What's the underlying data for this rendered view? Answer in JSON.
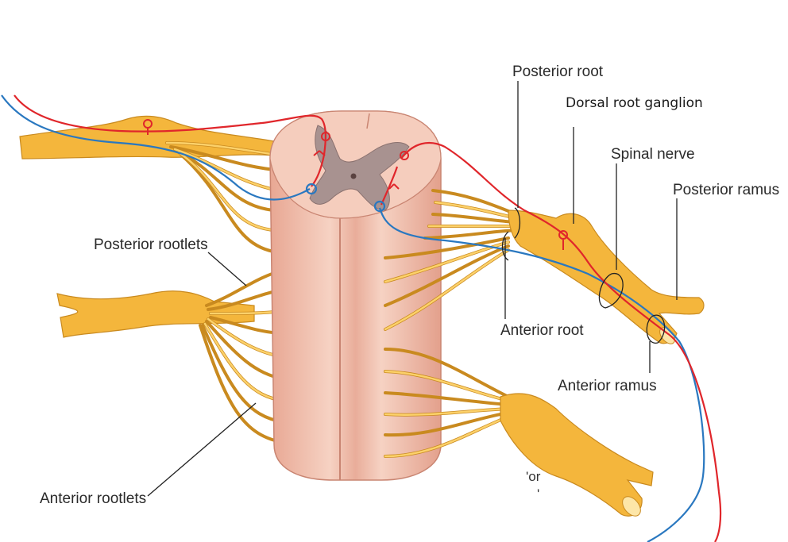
{
  "labels": {
    "posterior_root": "Posterior root",
    "dorsal_root_ganglion": "Dorsal root ganglion",
    "spinal_nerve": "Spinal nerve",
    "posterior_ramus": "Posterior ramus",
    "posterior_rootlets": "Posterior rootlets",
    "anterior_root": "Anterior root",
    "anterior_ramus": "Anterior ramus",
    "anterior_rootlets": "Anterior rootlets"
  },
  "fragments": {
    "partial_1": "'or",
    "partial_2": "'"
  },
  "colors": {
    "nerve": "#f4b63c",
    "cord": "#f2c3b1",
    "grey_matter": "#a89290",
    "sensory_fiber": "#e0262b",
    "motor_fiber": "#2a78c0"
  }
}
